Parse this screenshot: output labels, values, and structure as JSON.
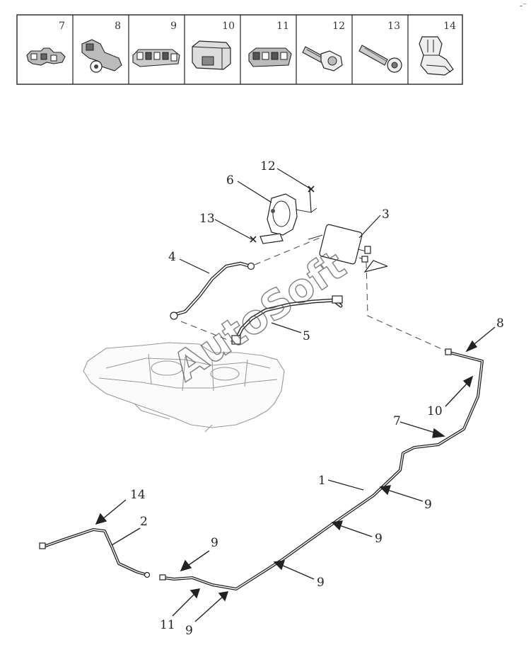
{
  "legend": {
    "cells": [
      {
        "num": "7",
        "icon": "double-pipe-clip-icon"
      },
      {
        "num": "8",
        "icon": "angled-clip-icon"
      },
      {
        "num": "9",
        "icon": "triple-pipe-clip-icon"
      },
      {
        "num": "10",
        "icon": "block-clip-icon"
      },
      {
        "num": "11",
        "icon": "multi-pipe-clip-icon"
      },
      {
        "num": "12",
        "icon": "bolt-icon"
      },
      {
        "num": "13",
        "icon": "long-bolt-icon"
      },
      {
        "num": "14",
        "icon": "spring-clip-icon"
      }
    ]
  },
  "callouts": {
    "c12": "12",
    "c6": "6",
    "c13": "13",
    "c3": "3",
    "c4": "4",
    "c5": "5",
    "c8": "8",
    "c10": "10",
    "c7": "7",
    "c1": "1",
    "c9a": "9",
    "c9b": "9",
    "c9c": "9",
    "c9d": "9",
    "c9e": "9",
    "c14": "14",
    "c2": "2",
    "c11": "11"
  },
  "watermark": "AutoSoft",
  "corner_mark": "-⁻"
}
